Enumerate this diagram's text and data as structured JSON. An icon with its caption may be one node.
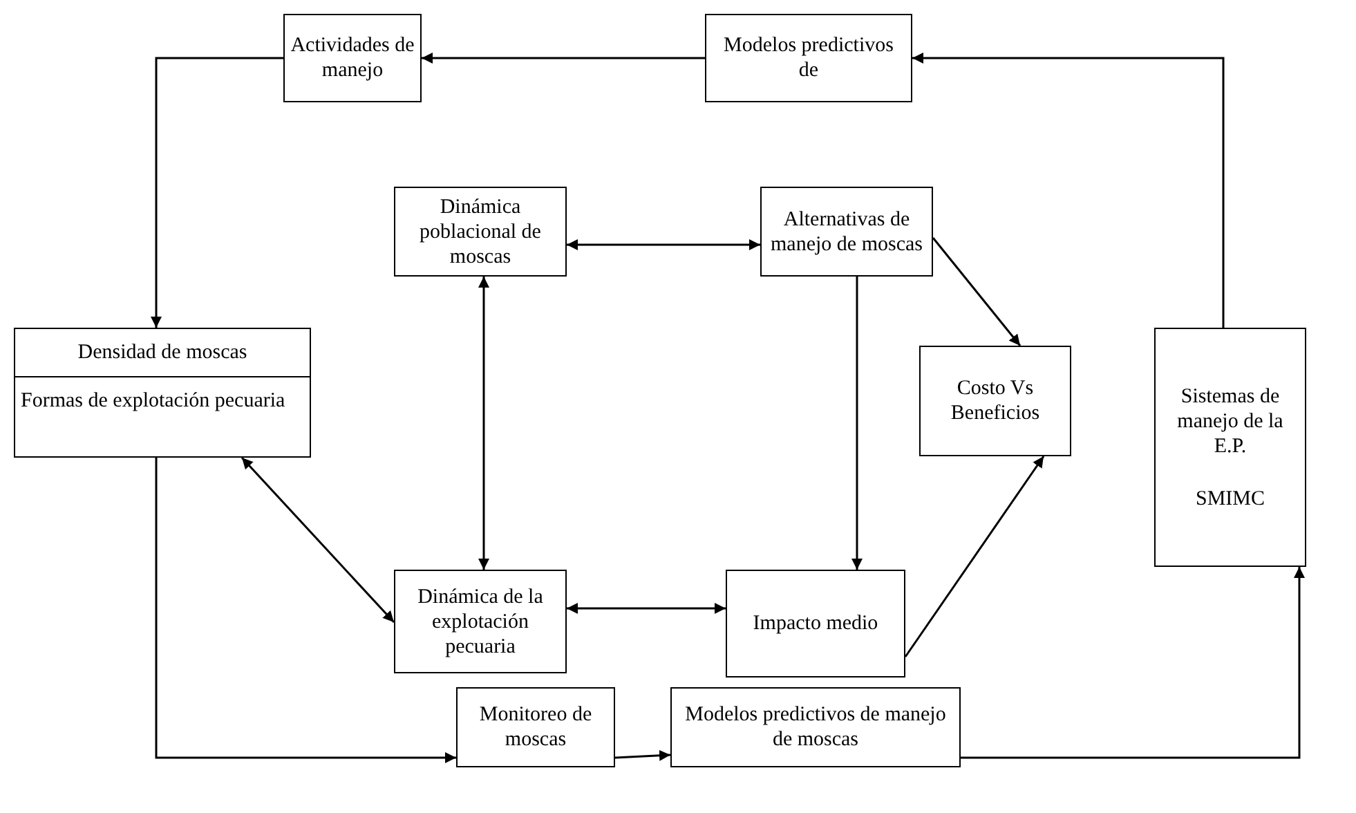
{
  "diagram": {
    "nodes": [
      {
        "text": [
          "Actividades de manejo"
        ]
      },
      {
        "text": [
          "Modelos predictivos de"
        ]
      },
      {
        "text": [
          "Densidad de moscas",
          "Formas de explotación pecuaria"
        ]
      },
      {
        "text": [
          "Dinámica poblacional de moscas"
        ]
      },
      {
        "text": [
          "Alternativas de manejo de moscas"
        ]
      },
      {
        "text": [
          "Costo Vs Beneficios"
        ]
      },
      {
        "text": [
          "Sistemas de manejo de la E.P.",
          "SMIMC"
        ]
      },
      {
        "text": [
          "Dinámica de la explotación pecuaria"
        ]
      },
      {
        "text": [
          "Impacto medio"
        ]
      },
      {
        "text": [
          "Monitoreo de moscas"
        ]
      },
      {
        "text": [
          "Modelos predictivos de manejo de moscas"
        ]
      }
    ],
    "edges": [
      {
        "from": 1,
        "to": 0,
        "arrow": "to"
      },
      {
        "from": 6,
        "to": 1,
        "arrow": "to"
      },
      {
        "from": 0,
        "to": 2,
        "arrow": "to"
      },
      {
        "from": 3,
        "to": 4,
        "arrow": "both"
      },
      {
        "from": 3,
        "to": 7,
        "arrow": "both"
      },
      {
        "from": 2,
        "to": 7,
        "arrow": "both"
      },
      {
        "from": 7,
        "to": 8,
        "arrow": "both"
      },
      {
        "from": 4,
        "to": 5,
        "arrow": "to"
      },
      {
        "from": 4,
        "to": 8,
        "arrow": "to"
      },
      {
        "from": 8,
        "to": 5,
        "arrow": "to"
      },
      {
        "from": 2,
        "to": 9,
        "arrow": "to"
      },
      {
        "from": 9,
        "to": 10,
        "arrow": "to"
      },
      {
        "from": 10,
        "to": 6,
        "arrow": "to"
      }
    ]
  }
}
